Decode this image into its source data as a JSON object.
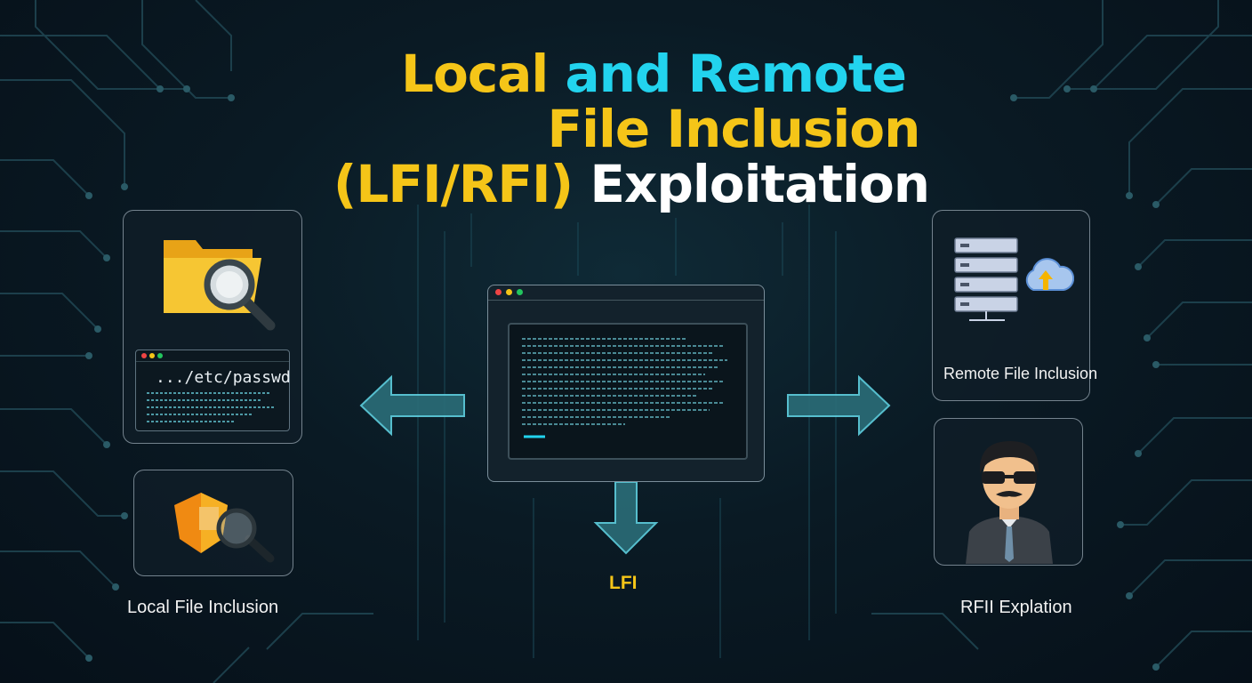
{
  "title": {
    "line1_a": "Local",
    "line1_b": "and Remote",
    "line2": "File Inclusion",
    "line3_a": "(LFI/RFI)",
    "line3_b": "Exploitation"
  },
  "left_panel": {
    "path_text": ".../etc/passwd",
    "icons": [
      "folder-icon",
      "magnifier-icon",
      "terminal-window-icon"
    ]
  },
  "left_bottom_card": {
    "icons": [
      "shield-icon",
      "magnifier-icon"
    ]
  },
  "left_label": "Local File Inclusion",
  "center_label": "LFI",
  "right_top_card": {
    "label": "Remote File Inclusion",
    "icons": [
      "server-rack-icon",
      "cloud-upload-icon"
    ]
  },
  "right_bottom_card": {
    "icons": [
      "hacker-avatar-icon"
    ]
  },
  "right_label": "RFII Explation",
  "colors": {
    "yellow": "#f5c518",
    "cyan": "#22d3ee",
    "arrow": "#4fb3c4",
    "background": "#0a1a24"
  }
}
